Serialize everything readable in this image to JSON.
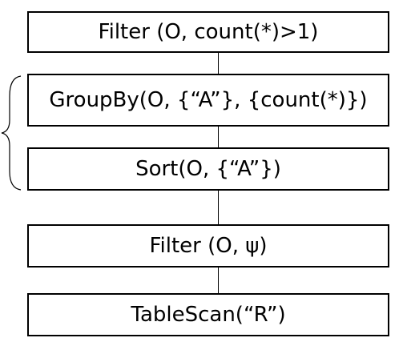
{
  "diagram": {
    "nodes": [
      {
        "id": "filter-top",
        "label": "Filter (O, count(*)>1)"
      },
      {
        "id": "groupby",
        "label": "GroupBy(O, {“A”}, {count(*)})"
      },
      {
        "id": "sort",
        "label": "Sort(O, {“A”})"
      },
      {
        "id": "filter-psi",
        "label": "Filter (O, ψ)"
      },
      {
        "id": "tablescan",
        "label": "TableScan(“R”)"
      }
    ],
    "edges": [
      {
        "from": "groupby",
        "to": "filter-top"
      },
      {
        "from": "sort",
        "to": "groupby"
      },
      {
        "from": "filter-psi",
        "to": "sort"
      },
      {
        "from": "tablescan",
        "to": "filter-psi"
      }
    ]
  }
}
